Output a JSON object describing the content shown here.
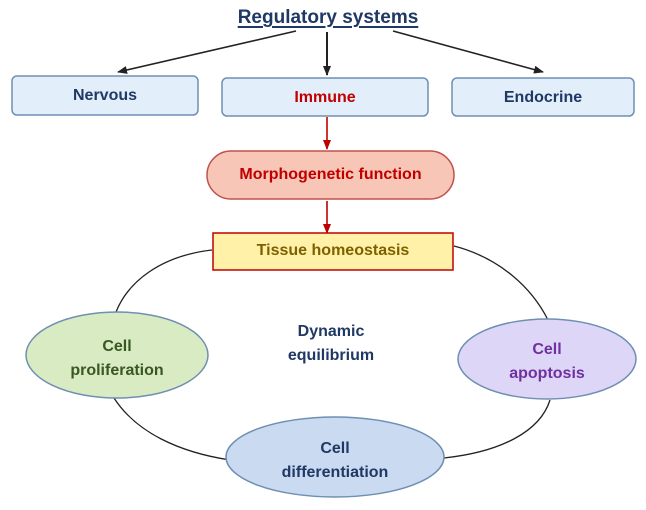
{
  "title": "Regulatory systems",
  "systems": {
    "nervous": "Nervous",
    "immune": "Immune",
    "endocrine": "Endocrine"
  },
  "morphogenetic": "Morphogenetic function",
  "tissue": "Tissue homeostasis",
  "center": {
    "line1": "Dynamic",
    "line2": "equilibrium"
  },
  "proliferation": {
    "line1": "Cell",
    "line2": "proliferation"
  },
  "apoptosis": {
    "line1": "Cell",
    "line2": "apoptosis"
  },
  "differentiation": {
    "line1": "Cell",
    "line2": "differentiation"
  },
  "colors": {
    "title_text": "#1f3864",
    "immune_text": "#c00000",
    "arrow_red": "#c00000",
    "box_fill": "#e2eef9",
    "box_stroke": "#6f8fb3",
    "morpho_fill": "#f8c6b6",
    "morpho_stroke": "#c0504d",
    "tissue_fill": "#fff2a8",
    "tissue_stroke": "#c00000",
    "tissue_text": "#7f6000",
    "proliferation_fill": "#d8ebc3",
    "proliferation_text": "#385723",
    "apoptosis_fill": "#ddd6f7",
    "apoptosis_text": "#7030a0",
    "differentiation_fill": "#c9daf1"
  }
}
